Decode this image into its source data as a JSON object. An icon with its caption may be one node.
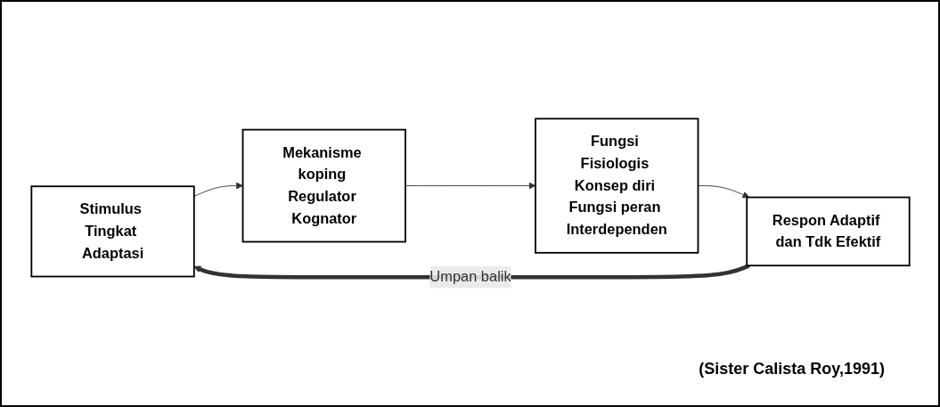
{
  "diagram": {
    "nodes": [
      {
        "text": [
          "Stimulus Tingkat Adaptasi"
        ]
      },
      {
        "text": [
          "Mekanisme koping Regulator Kognator"
        ]
      },
      {
        "text": [
          "Fungsi Fisiologis Konsep diri Fungsi peran Interdependen"
        ]
      },
      {
        "text": [
          "Respon Adaptif dan Tdk Efektif"
        ]
      }
    ],
    "edges": [
      {
        "from": 0,
        "to": 1,
        "arrow": "to"
      },
      {
        "from": 1,
        "to": 2,
        "arrow": "to"
      },
      {
        "from": 2,
        "to": 3,
        "arrow": "to"
      },
      {
        "from": 3,
        "to": 0,
        "arrow": "to",
        "label": "Umpan balik",
        "style": "thick"
      }
    ],
    "labels": [
      "(Sister Calista Roy,1991)"
    ]
  }
}
